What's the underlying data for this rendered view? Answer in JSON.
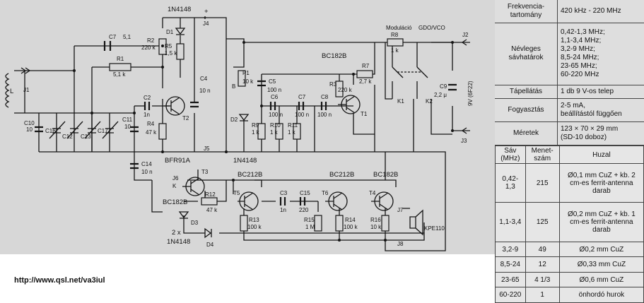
{
  "schematic": {
    "labels": {
      "d1_part": "1N4148",
      "r2": "R2",
      "r2_val": "220 k",
      "d1": "D1",
      "r5": "R5",
      "r5_val": "1,5 k",
      "plus": "+",
      "j4": "J4",
      "c7": "C7",
      "c7_val": "5,1",
      "r1": "R1",
      "r1_val": "5,1 k",
      "l": "L",
      "j1": "J1",
      "c10": "C10",
      "c10_val": "10",
      "c16": "C16",
      "c12": "C12",
      "c13": "C13",
      "c17": "C17",
      "c11": "C11",
      "c11_val": "10",
      "c2": "C2",
      "c2_val": "1n",
      "r4": "R4",
      "r4_val": "47 k",
      "t2": "T2",
      "c4": "C4",
      "c4_val": "10 n",
      "t2_part": "BFR91A",
      "j5": "J5",
      "d2_part": "1N4148",
      "c14": "C14",
      "c14_val": "10 n",
      "p1": "P1",
      "p1_val": "10 k",
      "b": "B",
      "d2": "D2",
      "c5": "C5",
      "c5_val": "100 n",
      "c6": "C6",
      "c6_val": "100 n",
      "c7b": "C7",
      "c7b_val": "100 n",
      "c8": "C8",
      "c8_val": "100 n",
      "r9": "R9",
      "r9_val": "1 k",
      "r10": "R10",
      "r10_val": "1 k",
      "r11": "R11",
      "r11_val": "1 k",
      "t1_part": "BC182B",
      "r3": "R3",
      "r3_val": "220 k",
      "r7": "R7",
      "r7_val": "2,7 k",
      "t1": "T1",
      "modulacio": "Moduláció",
      "gdo_vco": "GDO/VCO",
      "r8": "R8",
      "r8_val": "1 k",
      "j2": "J2",
      "k1": "K1",
      "k2": "K2",
      "c9": "C9",
      "c9_val": "2,2 μ",
      "batt": "9V (6F22)",
      "j3": "J3",
      "j6": "J6",
      "k": "K",
      "t3": "T3",
      "t3_part": "BC182B",
      "r12": "R12",
      "r12_val": "47 k",
      "d3": "D3",
      "diodes": "2 x",
      "diodes_part": "1N4148",
      "d4": "D4",
      "t5_part": "BC212B",
      "t5": "T5",
      "c3": "C3",
      "c3_val": "1n",
      "c15": "C15",
      "c15_val": "220",
      "t6_part": "BC212B",
      "t6": "T6",
      "t4_part": "BC182B",
      "t4": "T4",
      "r13": "R13",
      "r13_val": "100 k",
      "r15": "R15",
      "r15_val": "1 M",
      "r14": "R14",
      "r14_val": "100 k",
      "r16": "R16",
      "r16_val": "10 k",
      "j7": "J7",
      "j8": "J8",
      "spk": "KPE110"
    }
  },
  "url": "http://www.qsl.net/va3iul",
  "specs": [
    {
      "key": "Frekvencia-tartomány",
      "value": [
        "420 kHz - 220 MHz"
      ]
    },
    {
      "key": "Névleges sávhatárok",
      "value": [
        "0,42-1,3 MHz;",
        "1,1-3,4 MHz;",
        "3,2-9 MHz;",
        "8,5-24 MHz;",
        "23-65 MHz;",
        "60-220 MHz"
      ]
    },
    {
      "key": "Tápellátás",
      "value": [
        "1 db 9 V-os telep"
      ]
    },
    {
      "key": "Fogyasztás",
      "value": [
        "2-5 mA,",
        "beállítástól függően"
      ]
    },
    {
      "key": "Méretek",
      "value": [
        "123 × 70 × 29 mm",
        "(SD-10 doboz)"
      ]
    }
  ],
  "bands_table": {
    "headers": [
      "Sáv (MHz)",
      "Menet-szám",
      "Huzal"
    ],
    "rows": [
      [
        "0,42-1,3",
        "215",
        "Ø0,1 mm CuZ + kb. 2 cm-es ferrit-antenna darab"
      ],
      [
        "1,1-3,4",
        "125",
        "Ø0,2 mm CuZ + kb. 1 cm-es ferrit-antenna darab"
      ],
      [
        "3,2-9",
        "49",
        "Ø0,2 mm CuZ"
      ],
      [
        "8,5-24",
        "12",
        "Ø0,33 mm CuZ"
      ],
      [
        "23-65",
        "4 1/3",
        "Ø0,6 mm CuZ"
      ],
      [
        "60-220",
        "1",
        "önhordó hurok"
      ]
    ]
  }
}
